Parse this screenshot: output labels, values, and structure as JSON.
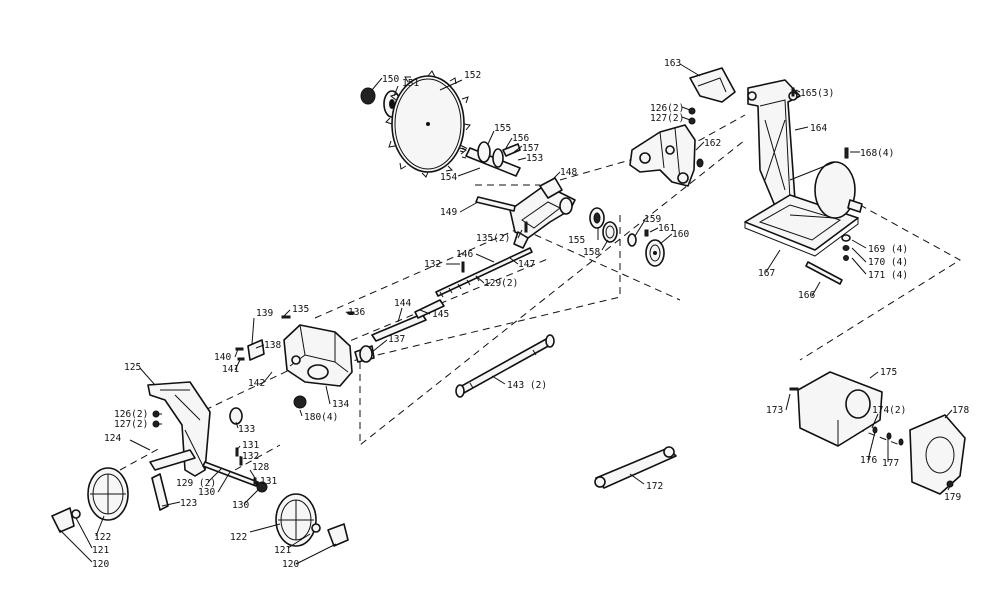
{
  "parts": [
    {
      "id": "p150",
      "text": "150"
    },
    {
      "id": "p151",
      "text": "151"
    },
    {
      "id": "p152",
      "text": "152"
    },
    {
      "id": "p163",
      "text": "163"
    },
    {
      "id": "p165",
      "text": "165(3)"
    },
    {
      "id": "p126a",
      "text": "126(2)"
    },
    {
      "id": "p127a",
      "text": "127(2)"
    },
    {
      "id": "p155",
      "text": "155"
    },
    {
      "id": "p156",
      "text": "156"
    },
    {
      "id": "p157",
      "text": "157"
    },
    {
      "id": "p153",
      "text": "153"
    },
    {
      "id": "p162",
      "text": "162"
    },
    {
      "id": "p164",
      "text": "164"
    },
    {
      "id": "p168",
      "text": "168(4)"
    },
    {
      "id": "p154",
      "text": "154"
    },
    {
      "id": "p148",
      "text": "148"
    },
    {
      "id": "p149",
      "text": "149"
    },
    {
      "id": "p159",
      "text": "159"
    },
    {
      "id": "p161",
      "text": "161"
    },
    {
      "id": "p160",
      "text": "160"
    },
    {
      "id": "p135a",
      "text": "135(2)"
    },
    {
      "id": "p155b",
      "text": "155"
    },
    {
      "id": "p158",
      "text": "158"
    },
    {
      "id": "p146",
      "text": "146"
    },
    {
      "id": "p147",
      "text": "147"
    },
    {
      "id": "p169",
      "text": "169 (4)"
    },
    {
      "id": "p170",
      "text": "170 (4)"
    },
    {
      "id": "p171",
      "text": "171 (4)"
    },
    {
      "id": "p167",
      "text": "167"
    },
    {
      "id": "p132a",
      "text": "132"
    },
    {
      "id": "p129a",
      "text": "129(2)"
    },
    {
      "id": "p166",
      "text": "166"
    },
    {
      "id": "p144",
      "text": "144"
    },
    {
      "id": "p145",
      "text": "145"
    },
    {
      "id": "p139",
      "text": "139"
    },
    {
      "id": "p135b",
      "text": "135"
    },
    {
      "id": "p136",
      "text": "136"
    },
    {
      "id": "p138",
      "text": "138"
    },
    {
      "id": "p137",
      "text": "137"
    },
    {
      "id": "p140",
      "text": "140"
    },
    {
      "id": "p141",
      "text": "141"
    },
    {
      "id": "p142",
      "text": "142"
    },
    {
      "id": "p125",
      "text": "125"
    },
    {
      "id": "p134",
      "text": "134"
    },
    {
      "id": "p143",
      "text": "143 (2)"
    },
    {
      "id": "p175",
      "text": "175"
    },
    {
      "id": "p126b",
      "text": "126(2)"
    },
    {
      "id": "p127b",
      "text": "127(2)"
    },
    {
      "id": "p133",
      "text": "133"
    },
    {
      "id": "p180",
      "text": "180(4)"
    },
    {
      "id": "p173",
      "text": "173"
    },
    {
      "id": "p174",
      "text": "174(2)"
    },
    {
      "id": "p178",
      "text": "178"
    },
    {
      "id": "p124",
      "text": "124"
    },
    {
      "id": "p131a",
      "text": "131"
    },
    {
      "id": "p132b",
      "text": "132"
    },
    {
      "id": "p128",
      "text": "128"
    },
    {
      "id": "p176",
      "text": "176"
    },
    {
      "id": "p177",
      "text": "177"
    },
    {
      "id": "p129b",
      "text": "129 (2)"
    },
    {
      "id": "p131b",
      "text": "131"
    },
    {
      "id": "p130a",
      "text": "130"
    },
    {
      "id": "p130b",
      "text": "130"
    },
    {
      "id": "p172",
      "text": "172"
    },
    {
      "id": "p179",
      "text": "179"
    },
    {
      "id": "p123",
      "text": "123"
    },
    {
      "id": "p122a",
      "text": "122"
    },
    {
      "id": "p122b",
      "text": "122"
    },
    {
      "id": "p121a",
      "text": "121"
    },
    {
      "id": "p121b",
      "text": "121"
    },
    {
      "id": "p120a",
      "text": "120"
    },
    {
      "id": "p120b",
      "text": "120"
    }
  ]
}
